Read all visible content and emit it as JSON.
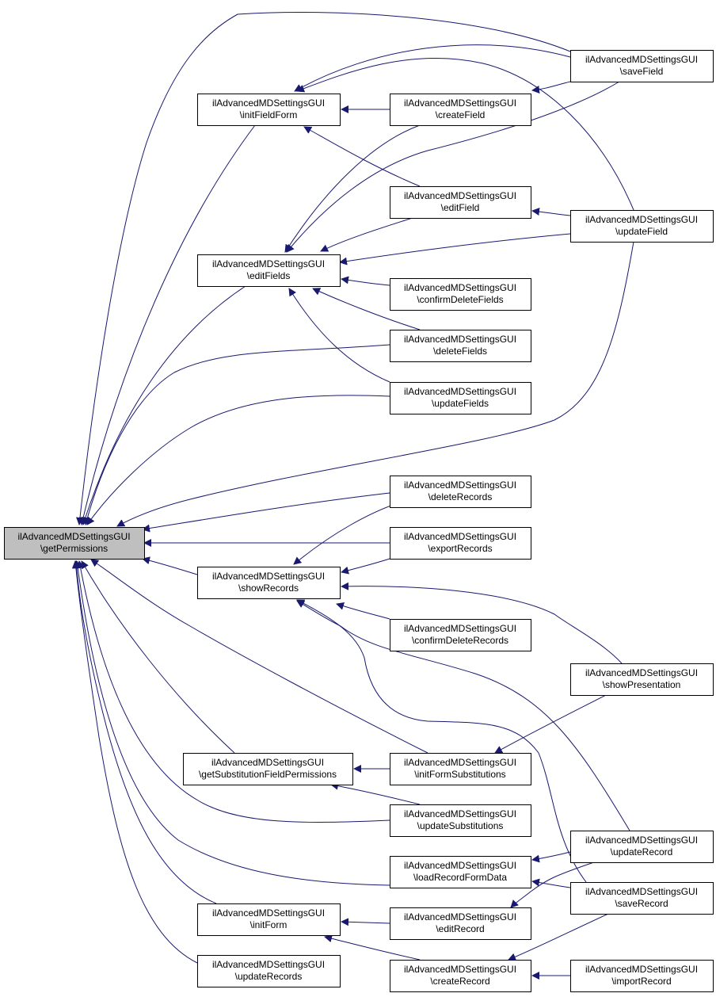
{
  "diagram": {
    "type": "call-graph",
    "colors": {
      "edge": "#191970",
      "node_fill": "#ffffff",
      "root_fill": "#bfbfbf",
      "border": "#000000"
    },
    "nodes": [
      {
        "id": "getPermissions",
        "line1": "ilAdvancedMDSettingsGUI",
        "line2": "\\getPermissions",
        "root": true
      },
      {
        "id": "initFieldForm",
        "line1": "ilAdvancedMDSettingsGUI",
        "line2": "\\initFieldForm"
      },
      {
        "id": "editFields",
        "line1": "ilAdvancedMDSettingsGUI",
        "line2": "\\editFields"
      },
      {
        "id": "showRecords",
        "line1": "ilAdvancedMDSettingsGUI",
        "line2": "\\showRecords"
      },
      {
        "id": "getSubstitutionFieldPermissions",
        "line1": "ilAdvancedMDSettingsGUI",
        "line2": "\\getSubstitutionFieldPermissions"
      },
      {
        "id": "initForm",
        "line1": "ilAdvancedMDSettingsGUI",
        "line2": "\\initForm"
      },
      {
        "id": "updateRecords",
        "line1": "ilAdvancedMDSettingsGUI",
        "line2": "\\updateRecords"
      },
      {
        "id": "createField",
        "line1": "ilAdvancedMDSettingsGUI",
        "line2": "\\createField"
      },
      {
        "id": "editField",
        "line1": "ilAdvancedMDSettingsGUI",
        "line2": "\\editField"
      },
      {
        "id": "confirmDeleteFields",
        "line1": "ilAdvancedMDSettingsGUI",
        "line2": "\\confirmDeleteFields"
      },
      {
        "id": "deleteFields",
        "line1": "ilAdvancedMDSettingsGUI",
        "line2": "\\deleteFields"
      },
      {
        "id": "updateFields",
        "line1": "ilAdvancedMDSettingsGUI",
        "line2": "\\updateFields"
      },
      {
        "id": "deleteRecords",
        "line1": "ilAdvancedMDSettingsGUI",
        "line2": "\\deleteRecords"
      },
      {
        "id": "exportRecords",
        "line1": "ilAdvancedMDSettingsGUI",
        "line2": "\\exportRecords"
      },
      {
        "id": "confirmDeleteRecords",
        "line1": "ilAdvancedMDSettingsGUI",
        "line2": "\\confirmDeleteRecords"
      },
      {
        "id": "initFormSubstitutions",
        "line1": "ilAdvancedMDSettingsGUI",
        "line2": "\\initFormSubstitutions"
      },
      {
        "id": "updateSubstitutions",
        "line1": "ilAdvancedMDSettingsGUI",
        "line2": "\\updateSubstitutions"
      },
      {
        "id": "loadRecordFormData",
        "line1": "ilAdvancedMDSettingsGUI",
        "line2": "\\loadRecordFormData"
      },
      {
        "id": "editRecord",
        "line1": "ilAdvancedMDSettingsGUI",
        "line2": "\\editRecord"
      },
      {
        "id": "createRecord",
        "line1": "ilAdvancedMDSettingsGUI",
        "line2": "\\createRecord"
      },
      {
        "id": "saveField",
        "line1": "ilAdvancedMDSettingsGUI",
        "line2": "\\saveField"
      },
      {
        "id": "updateField",
        "line1": "ilAdvancedMDSettingsGUI",
        "line2": "\\updateField"
      },
      {
        "id": "showPresentation",
        "line1": "ilAdvancedMDSettingsGUI",
        "line2": "\\showPresentation"
      },
      {
        "id": "updateRecord",
        "line1": "ilAdvancedMDSettingsGUI",
        "line2": "\\updateRecord"
      },
      {
        "id": "saveRecord",
        "line1": "ilAdvancedMDSettingsGUI",
        "line2": "\\saveRecord"
      },
      {
        "id": "importRecord",
        "line1": "ilAdvancedMDSettingsGUI",
        "line2": "\\importRecord"
      }
    ],
    "edges": [
      {
        "from": "saveField",
        "to": "getPermissions"
      },
      {
        "from": "initFieldForm",
        "to": "getPermissions"
      },
      {
        "from": "editFields",
        "to": "getPermissions"
      },
      {
        "from": "deleteFields",
        "to": "getPermissions"
      },
      {
        "from": "updateFields",
        "to": "getPermissions"
      },
      {
        "from": "updateField",
        "to": "getPermissions"
      },
      {
        "from": "deleteRecords",
        "to": "getPermissions"
      },
      {
        "from": "exportRecords",
        "to": "getPermissions"
      },
      {
        "from": "showRecords",
        "to": "getPermissions"
      },
      {
        "from": "initFormSubstitutions",
        "to": "getPermissions"
      },
      {
        "from": "getSubstitutionFieldPermissions",
        "to": "getPermissions"
      },
      {
        "from": "updateSubstitutions",
        "to": "getPermissions"
      },
      {
        "from": "loadRecordFormData",
        "to": "getPermissions"
      },
      {
        "from": "initForm",
        "to": "getPermissions"
      },
      {
        "from": "updateRecords",
        "to": "getPermissions"
      },
      {
        "from": "createField",
        "to": "initFieldForm"
      },
      {
        "from": "saveField",
        "to": "initFieldForm"
      },
      {
        "from": "updateField",
        "to": "initFieldForm"
      },
      {
        "from": "editField",
        "to": "initFieldForm"
      },
      {
        "from": "createField",
        "to": "editFields"
      },
      {
        "from": "saveField",
        "to": "editFields"
      },
      {
        "from": "editField",
        "to": "editFields"
      },
      {
        "from": "updateField",
        "to": "editFields"
      },
      {
        "from": "confirmDeleteFields",
        "to": "editFields"
      },
      {
        "from": "deleteFields",
        "to": "editFields"
      },
      {
        "from": "updateFields",
        "to": "editFields"
      },
      {
        "from": "saveField",
        "to": "createField"
      },
      {
        "from": "updateField",
        "to": "editField"
      },
      {
        "from": "deleteRecords",
        "to": "showRecords"
      },
      {
        "from": "exportRecords",
        "to": "showRecords"
      },
      {
        "from": "confirmDeleteRecords",
        "to": "showRecords"
      },
      {
        "from": "showPresentation",
        "to": "showRecords"
      },
      {
        "from": "updateRecord",
        "to": "showRecords"
      },
      {
        "from": "saveRecord",
        "to": "showRecords"
      },
      {
        "from": "showPresentation",
        "to": "initFormSubstitutions"
      },
      {
        "from": "initFormSubstitutions",
        "to": "getSubstitutionFieldPermissions"
      },
      {
        "from": "updateSubstitutions",
        "to": "getSubstitutionFieldPermissions"
      },
      {
        "from": "updateRecord",
        "to": "loadRecordFormData"
      },
      {
        "from": "saveRecord",
        "to": "loadRecordFormData"
      },
      {
        "from": "updateRecord",
        "to": "editRecord"
      },
      {
        "from": "editRecord",
        "to": "initForm"
      },
      {
        "from": "createRecord",
        "to": "initForm"
      },
      {
        "from": "saveRecord",
        "to": "createRecord"
      },
      {
        "from": "importRecord",
        "to": "createRecord"
      }
    ]
  }
}
